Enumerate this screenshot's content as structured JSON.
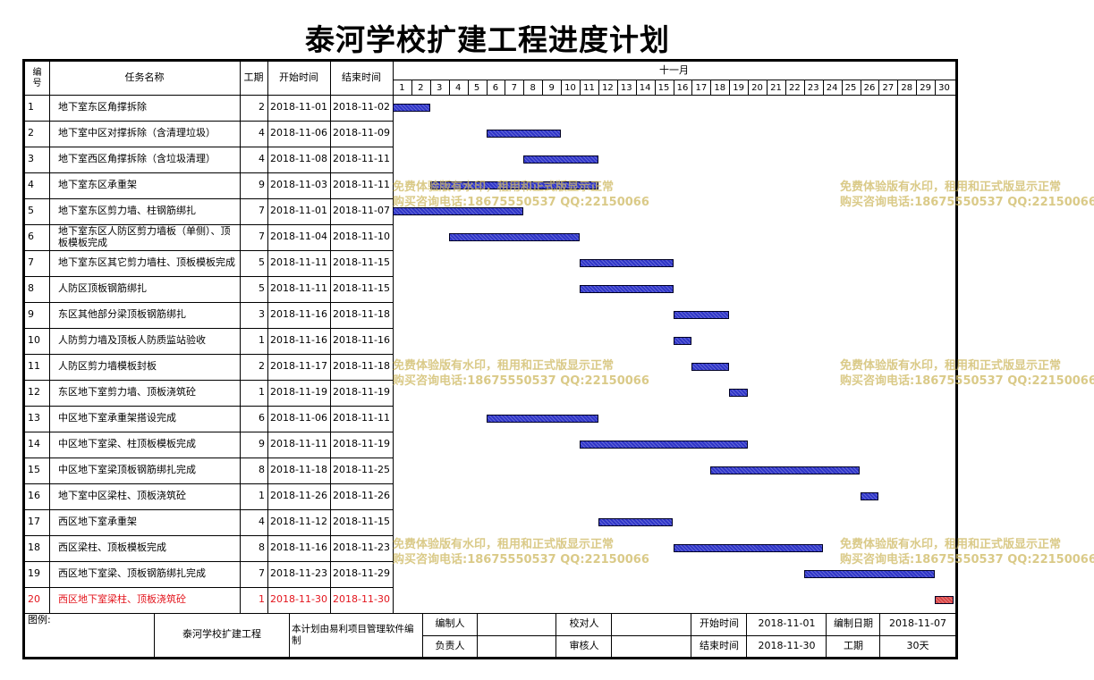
{
  "title": "泰河学校扩建工程进度计划",
  "header": {
    "col_id": "编号",
    "col_name": "任务名称",
    "col_dur": "工期",
    "col_start": "开始时间",
    "col_end": "结束时间",
    "month": "十一月"
  },
  "chart_data": {
    "type": "gantt",
    "month_label": "十一月",
    "days": [
      1,
      2,
      3,
      4,
      5,
      6,
      7,
      8,
      9,
      10,
      11,
      12,
      13,
      14,
      15,
      16,
      17,
      18,
      19,
      20,
      21,
      22,
      23,
      24,
      25,
      26,
      27,
      28,
      29,
      30
    ],
    "tasks": [
      {
        "id": "1",
        "name": "地下室东区角撑拆除",
        "duration": "2",
        "start": "2018-11-01",
        "end": "2018-11-02"
      },
      {
        "id": "2",
        "name": "地下室中区对撑拆除（含清理垃圾）",
        "duration": "4",
        "start": "2018-11-06",
        "end": "2018-11-09"
      },
      {
        "id": "3",
        "name": "地下室西区角撑拆除（含垃圾清理）",
        "duration": "4",
        "start": "2018-11-08",
        "end": "2018-11-11"
      },
      {
        "id": "4",
        "name": "地下室东区承重架",
        "duration": "9",
        "start": "2018-11-03",
        "end": "2018-11-11"
      },
      {
        "id": "5",
        "name": "地下室东区剪力墙、柱钢筋绑扎",
        "duration": "7",
        "start": "2018-11-01",
        "end": "2018-11-07"
      },
      {
        "id": "6",
        "name": "地下室东区人防区剪力墙板（单侧）、顶板模板完成",
        "duration": "7",
        "start": "2018-11-04",
        "end": "2018-11-10"
      },
      {
        "id": "7",
        "name": "地下室东区其它剪力墙柱、顶板模板完成",
        "duration": "5",
        "start": "2018-11-11",
        "end": "2018-11-15"
      },
      {
        "id": "8",
        "name": "人防区顶板钢筋绑扎",
        "duration": "5",
        "start": "2018-11-11",
        "end": "2018-11-15"
      },
      {
        "id": "9",
        "name": "东区其他部分梁顶板钢筋绑扎",
        "duration": "3",
        "start": "2018-11-16",
        "end": "2018-11-18"
      },
      {
        "id": "10",
        "name": "人防剪力墙及顶板人防质监站验收",
        "duration": "1",
        "start": "2018-11-16",
        "end": "2018-11-16"
      },
      {
        "id": "11",
        "name": "人防区剪力墙模板封板",
        "duration": "2",
        "start": "2018-11-17",
        "end": "2018-11-18"
      },
      {
        "id": "12",
        "name": "东区地下室剪力墙、顶板浇筑砼",
        "duration": "1",
        "start": "2018-11-19",
        "end": "2018-11-19"
      },
      {
        "id": "13",
        "name": "中区地下室承重架搭设完成",
        "duration": "6",
        "start": "2018-11-06",
        "end": "2018-11-11"
      },
      {
        "id": "14",
        "name": "中区地下室梁、柱顶板模板完成",
        "duration": "9",
        "start": "2018-11-11",
        "end": "2018-11-19"
      },
      {
        "id": "15",
        "name": "中区地下室梁顶板钢筋绑扎完成",
        "duration": "8",
        "start": "2018-11-18",
        "end": "2018-11-25"
      },
      {
        "id": "16",
        "name": "地下室中区梁柱、顶板浇筑砼",
        "duration": "1",
        "start": "2018-11-26",
        "end": "2018-11-26"
      },
      {
        "id": "17",
        "name": "西区地下室承重架",
        "duration": "4",
        "start": "2018-11-12",
        "end": "2018-11-15"
      },
      {
        "id": "18",
        "name": "西区梁柱、顶板模板完成",
        "duration": "8",
        "start": "2018-11-16",
        "end": "2018-11-23"
      },
      {
        "id": "19",
        "name": "西区地下室梁、顶板钢筋绑扎完成",
        "duration": "7",
        "start": "2018-11-23",
        "end": "2018-11-29"
      },
      {
        "id": "20",
        "name": "西区地下室梁柱、顶板浇筑砼",
        "duration": "1",
        "start": "2018-11-30",
        "end": "2018-11-30",
        "highlight": true
      }
    ],
    "colors": {
      "bar": "#2f35c8",
      "critical": "#d94545",
      "critical_text": "#e3141c"
    }
  },
  "footer": {
    "legend": "图例:",
    "project": "泰河学校扩建工程",
    "note": "本计划由易利项目管理软件编制",
    "editor_label": "编制人",
    "reviewer_label": "校对人",
    "start_label": "开始时间",
    "start_value": "2018-11-01",
    "edit_date_label": "编制日期",
    "edit_date_value": "2018-11-07",
    "owner_label": "负责人",
    "auditor_label": "审核人",
    "end_label": "结束时间",
    "end_value": "2018-11-30",
    "duration_label": "工期",
    "duration_value": "30天"
  },
  "watermark": {
    "line1": "免费体验版有水印，租用和正式版显示正常",
    "line2": "购买咨询电话:18675550537 QQ:22150066"
  }
}
